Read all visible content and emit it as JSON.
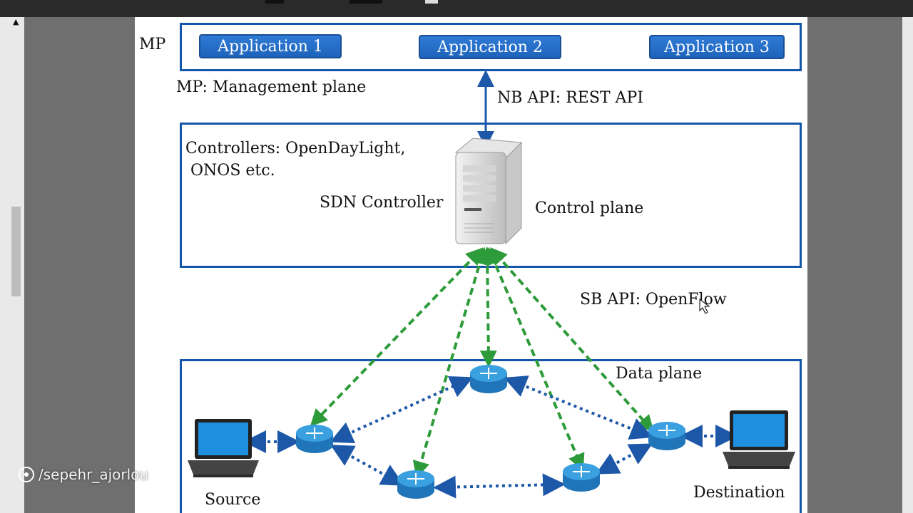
{
  "diagram": {
    "mp_label": "MP",
    "applications": [
      "Application 1",
      "Application 2",
      "Application 3"
    ],
    "mp_description": "MP: Management plane",
    "nb_api": "NB API: REST API",
    "controllers_line1": "Controllers: OpenDayLight,",
    "controllers_line2": "ONOS etc.",
    "sdn_controller": "SDN Controller",
    "control_plane": "Control plane",
    "sb_api_prefix": "SB API:",
    "sb_api_value": "OpenFlow",
    "data_plane": "Data plane",
    "source": "Source",
    "destination": "Destination"
  },
  "watermark": {
    "text": "/sepehr_ajorlou",
    "icon": "reel-icon"
  },
  "colors": {
    "plane_border": "#1456a8",
    "app_button": "#1e63bb",
    "openflow_arrow": "#2e9b3a",
    "data_link": "#1d57a8",
    "router": "#2a8fd0"
  }
}
